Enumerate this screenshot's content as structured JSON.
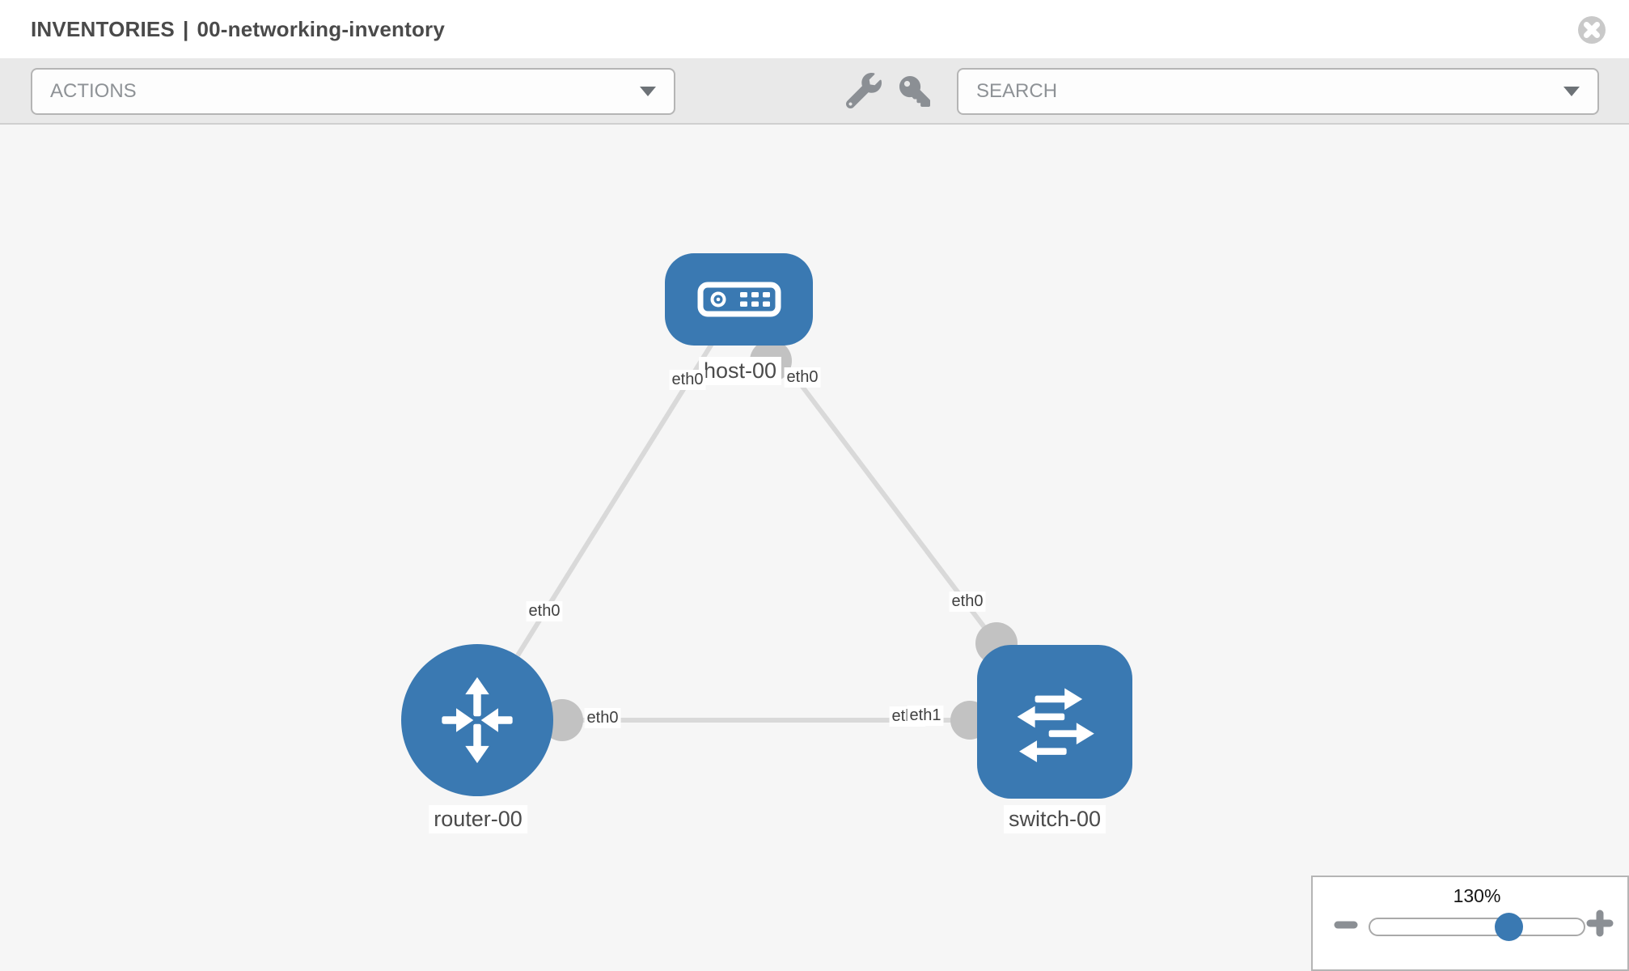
{
  "header": {
    "section": "INVENTORIES",
    "separator": "|",
    "inventory_name": "00-networking-inventory"
  },
  "toolbar": {
    "actions_label": "ACTIONS",
    "search_placeholder": "SEARCH"
  },
  "topology": {
    "nodes": [
      {
        "id": "host-00",
        "type": "host",
        "label": "host-00"
      },
      {
        "id": "router-00",
        "type": "router",
        "label": "router-00"
      },
      {
        "id": "switch-00",
        "type": "switch",
        "label": "switch-00"
      }
    ],
    "links": [
      {
        "from": "host-00",
        "to": "router-00"
      },
      {
        "from": "host-00",
        "to": "switch-00"
      },
      {
        "from": "router-00",
        "to": "switch-00"
      }
    ],
    "interface_labels": {
      "host_side_left": "eth0",
      "host_side_right": "eth0",
      "router_uplink": "eth0",
      "switch_uplink": "eth0",
      "router_to_switch": "eth0",
      "switch_to_router_back": "eth0",
      "switch_to_router_front": "eth1"
    }
  },
  "zoom_control": {
    "level": "130%"
  },
  "colors": {
    "accent-blue": "#3a79b2",
    "port-gray": "#c2c2c2",
    "link-gray": "#d9d9d9",
    "toolbar-bg": "#e9e9e9",
    "canvas-bg": "#f6f6f6",
    "icon-gray": "#8b8f94",
    "title-text": "#4a4a4a",
    "muted-text": "#8e9296"
  }
}
